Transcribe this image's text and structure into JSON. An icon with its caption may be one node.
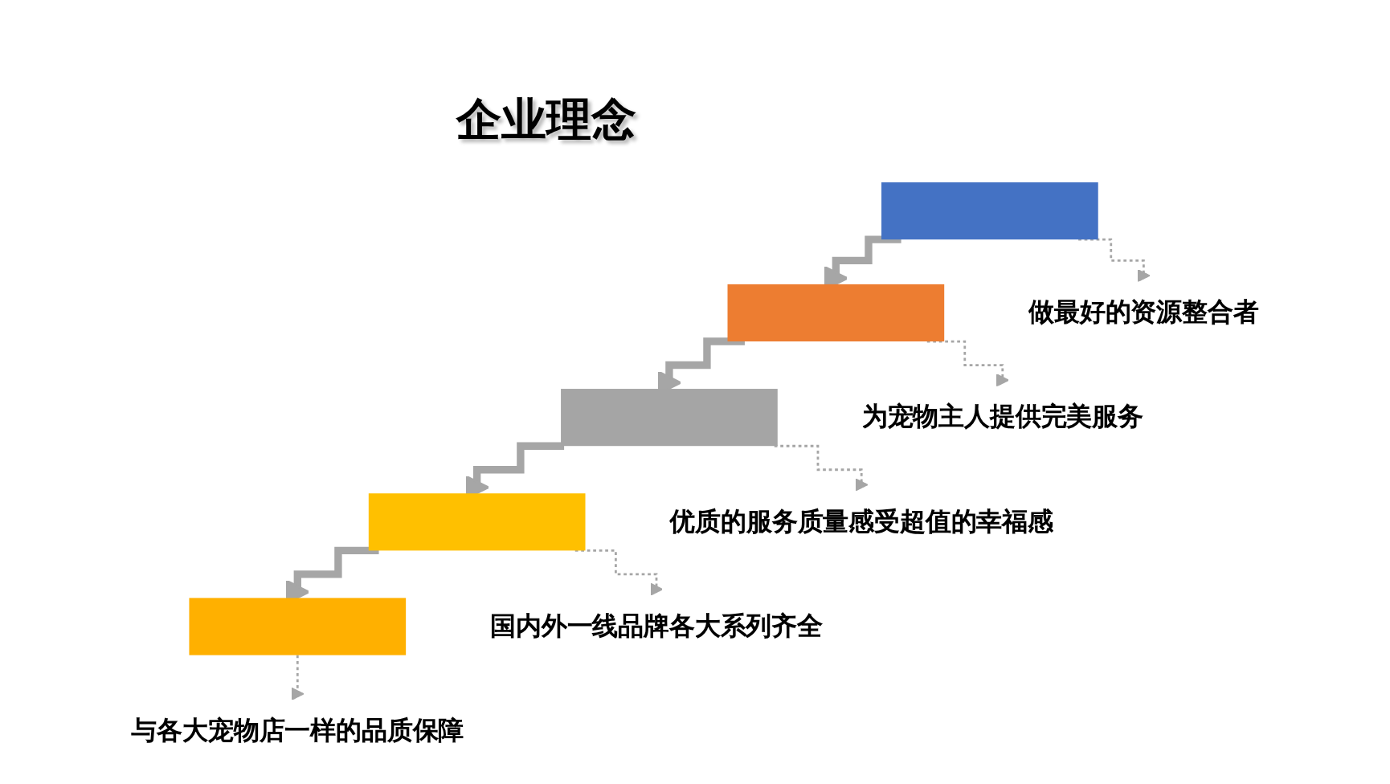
{
  "diagram": {
    "title": "企业理念",
    "nodes": [
      {
        "text": [],
        "shape": "bar"
      },
      {
        "text": [
          "做最好的资源整合者"
        ]
      },
      {
        "text": [],
        "shape": "bar"
      },
      {
        "text": [
          "为宠物主人提供完美服务"
        ]
      },
      {
        "text": [],
        "shape": "bar"
      },
      {
        "text": [
          "优质的服务质量感受超值的幸福感"
        ]
      },
      {
        "text": [],
        "shape": "bar"
      },
      {
        "text": [
          "国内外一线品牌各大系列齐全"
        ]
      },
      {
        "text": [],
        "shape": "bar"
      },
      {
        "text": [
          "与各大宠物店一样的品质保障"
        ]
      }
    ],
    "edges": [
      {
        "from": 0,
        "to": 1,
        "arrow": "to",
        "style": "dashed"
      },
      {
        "from": 0,
        "to": 2,
        "arrow": "to",
        "style": "thick"
      },
      {
        "from": 2,
        "to": 3,
        "arrow": "to",
        "style": "dashed"
      },
      {
        "from": 2,
        "to": 4,
        "arrow": "to",
        "style": "thick"
      },
      {
        "from": 4,
        "to": 5,
        "arrow": "to",
        "style": "dashed"
      },
      {
        "from": 4,
        "to": 6,
        "arrow": "to",
        "style": "thick"
      },
      {
        "from": 6,
        "to": 7,
        "arrow": "to",
        "style": "dashed"
      },
      {
        "from": 6,
        "to": 8,
        "arrow": "to",
        "style": "thick"
      },
      {
        "from": 8,
        "to": 9,
        "arrow": "to",
        "style": "dashed"
      }
    ]
  }
}
